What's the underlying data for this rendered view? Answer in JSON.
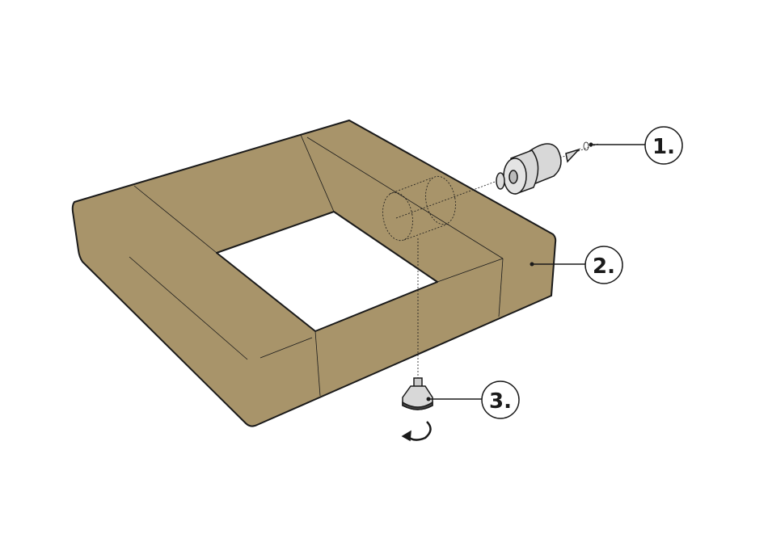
{
  "callouts": [
    {
      "label": "1.",
      "part": "connector"
    },
    {
      "label": "2.",
      "part": "frame"
    },
    {
      "label": "3.",
      "part": "foot"
    }
  ],
  "colors": {
    "frame": "#a8946a",
    "metal": "#d8d8d8",
    "outline": "#1a1a1a"
  }
}
